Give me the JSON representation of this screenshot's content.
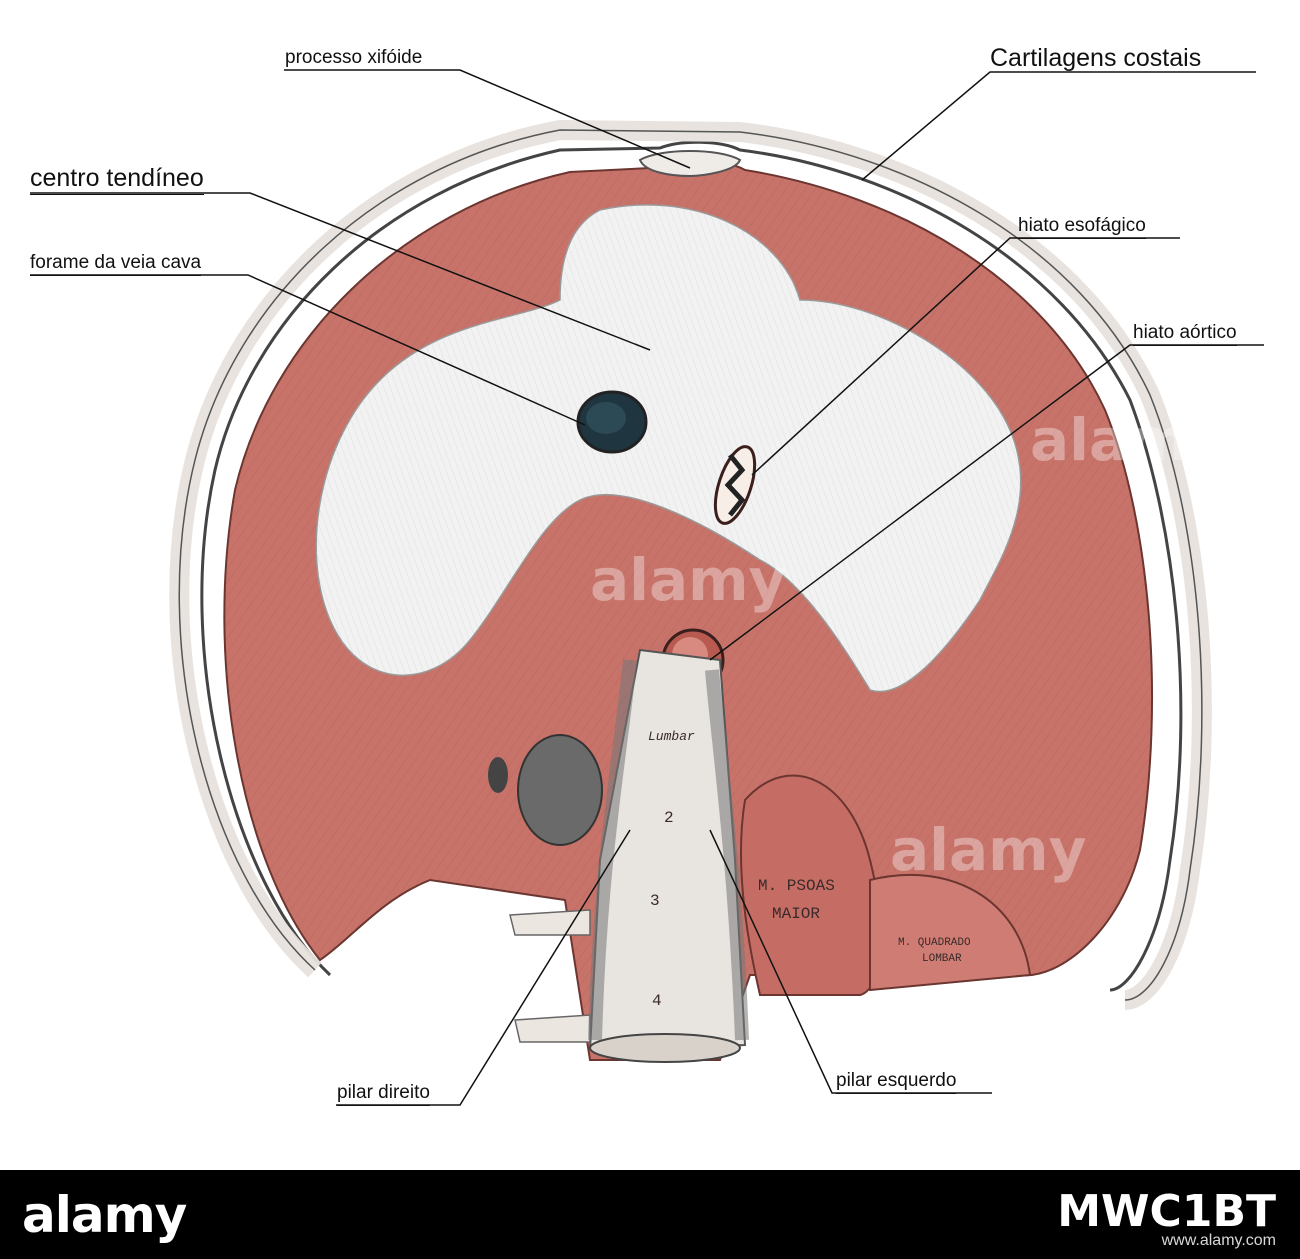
{
  "labels": {
    "xiphoid": "processo xifóide",
    "costal": "Cartilagens costais",
    "tendon": "centro tendíneo",
    "esophageal": "hiato esofágico",
    "vena_cava": "forame da veia cava",
    "aortic": "hiato aórtico",
    "right_crus": "pilar direito",
    "left_crus": "pilar esquerdo"
  },
  "engraved": {
    "psoas_1": "M. PSOAS",
    "psoas_2": "MAIOR",
    "quadratus_1": "M. QUADRADO",
    "quadratus_2": "LOMBAR",
    "lumbar": "Lumbar",
    "v2": "2",
    "v3": "3",
    "v4": "4"
  },
  "watermark": {
    "brand": "alamy",
    "stock_id": "MWC1BT",
    "site": "www.alamy.com"
  },
  "colors": {
    "muscle": "#c8736a",
    "muscle_dark": "#a85a52",
    "tendon": "#f2f2f2",
    "cartilage": "#ece8e4",
    "footer": "#000000"
  }
}
